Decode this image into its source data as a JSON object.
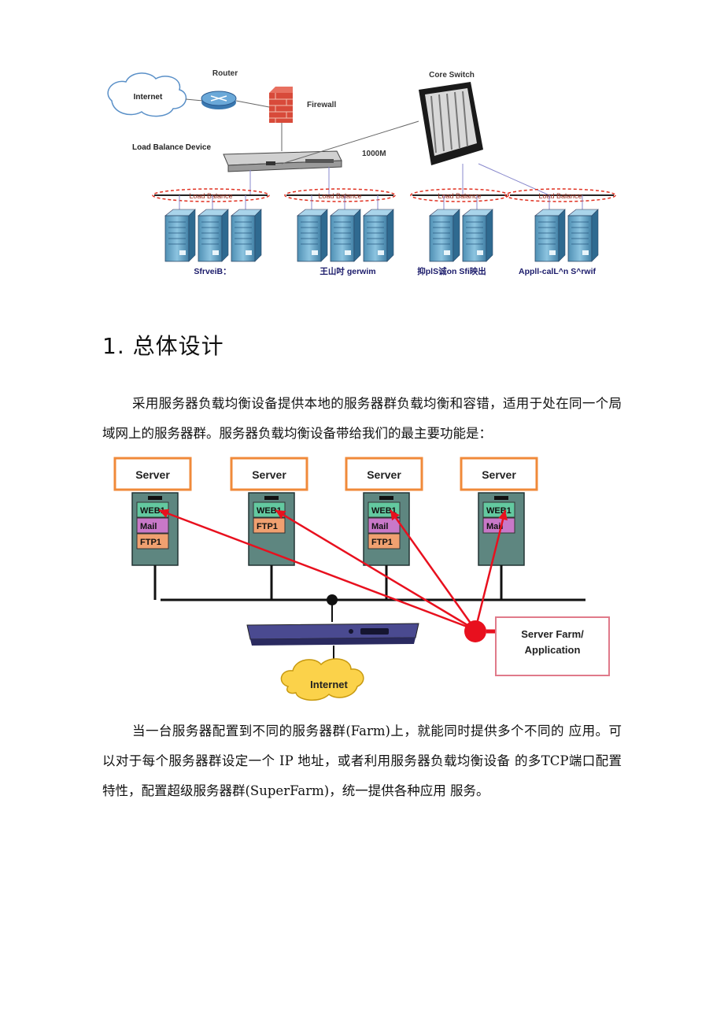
{
  "diagram1": {
    "router_label": "Router",
    "internet_label": "Internet",
    "firewall_label": "Firewall",
    "core_switch_label": "Core Switch",
    "lb_device_label": "Load Balance Device",
    "link_speed_label": "1000M",
    "lb_group_label": "Load Balance",
    "groups": [
      {
        "label": "SfrveiB："
      },
      {
        "label": "王山吋 gerwim"
      },
      {
        "label": "抑plS诚on Sfi映出"
      },
      {
        "label": "Appll-calL^n S^rwif"
      }
    ],
    "colors": {
      "server_blue": "#6fa8c8",
      "dashed_red": "#e03020",
      "dark": "#222222"
    }
  },
  "heading": "1. 总体设计",
  "paragraph1": "采用服务器负载均衡设备提供本地的服务器群负载均衡和容错，适用于处在同一个局域网上的服务器群。服务器负载均衡设备带给我们的最主要功能是：",
  "diagram2": {
    "server_label": "Server",
    "servers": [
      {
        "services": [
          "WEB1",
          "Mail",
          "FTP1"
        ]
      },
      {
        "services": [
          "WEB1",
          "FTP1"
        ]
      },
      {
        "services": [
          "WEB1",
          "Mail",
          "FTP1"
        ]
      },
      {
        "services": [
          "WEB1",
          "Mail"
        ]
      }
    ],
    "farm_label_line1": "Server Farm/",
    "farm_label_line2": "Application",
    "internet_label": "Internet",
    "colors": {
      "web": "#63c9a0",
      "mail": "#c878c8",
      "ftp": "#f0a070",
      "arrow": "#e8101e",
      "server_body": "#5e8680",
      "server_box": "#f08a3a"
    }
  },
  "paragraph2": "当一台服务器配置到不同的服务器群(Farm)上，就能同时提供多个不同的 应用。可以对于每个服务器群设定一个 IP 地址，或者利用服务器负载均衡设备 的多TCP端口配置特性，配置超级服务器群(SuperFarm)，统一提供各种应用 服务。"
}
